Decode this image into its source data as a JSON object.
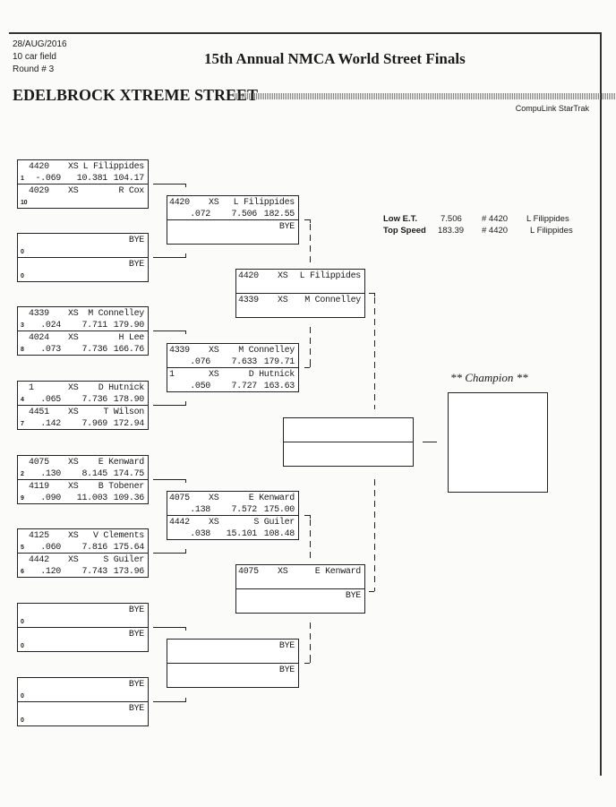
{
  "header": {
    "date": "28/AUG/2016",
    "field": "10 car field",
    "round": "Round # 3",
    "title": "15th Annual NMCA World Street Finals",
    "event": "EDELBROCK XTREME STREET",
    "vendor": "CompuLink StarTrak"
  },
  "stats": {
    "low_et": {
      "label": "Low  E.T.",
      "value": "7.506",
      "car": "# 4420",
      "driver": "L Filippides"
    },
    "top_speed": {
      "label": "Top Speed",
      "value": "183.39",
      "car": "# 4420",
      "driver": "L Filippides"
    }
  },
  "champion_label": "** Champion **",
  "boxes": [
    {
      "round": 1,
      "slots": [
        {
          "num": "4420",
          "cls": "XS",
          "name": "L Filippides",
          "seed": "1",
          "rt": "-.069",
          "et": "10.381",
          "mph": "104.17"
        },
        {
          "num": "4029",
          "cls": "XS",
          "name": "R Cox",
          "seed": "10",
          "rt": "",
          "et": "",
          "mph": ""
        }
      ]
    },
    {
      "round": 1,
      "slots": [
        {
          "num": "",
          "cls": "",
          "name": "BYE",
          "seed": "0",
          "rt": "",
          "et": "",
          "mph": ""
        },
        {
          "num": "",
          "cls": "",
          "name": "BYE",
          "seed": "0",
          "rt": "",
          "et": "",
          "mph": ""
        }
      ]
    },
    {
      "round": 1,
      "slots": [
        {
          "num": "4339",
          "cls": "XS",
          "name": "M Connelley",
          "seed": "3",
          "rt": ".024",
          "et": "7.711",
          "mph": "179.90"
        },
        {
          "num": "4024",
          "cls": "XS",
          "name": "H Lee",
          "seed": "8",
          "rt": ".073",
          "et": "7.736",
          "mph": "166.76"
        }
      ]
    },
    {
      "round": 1,
      "slots": [
        {
          "num": "1",
          "cls": "XS",
          "name": "D Hutnick",
          "seed": "4",
          "rt": ".065",
          "et": "7.736",
          "mph": "178.90"
        },
        {
          "num": "4451",
          "cls": "XS",
          "name": "T Wilson",
          "seed": "7",
          "rt": ".142",
          "et": "7.969",
          "mph": "172.94"
        }
      ]
    },
    {
      "round": 1,
      "slots": [
        {
          "num": "4075",
          "cls": "XS",
          "name": "E Kenward",
          "seed": "2",
          "rt": ".130",
          "et": "8.145",
          "mph": "174.75"
        },
        {
          "num": "4119",
          "cls": "XS",
          "name": "B Tobener",
          "seed": "9",
          "rt": ".090",
          "et": "11.003",
          "mph": "109.36"
        }
      ]
    },
    {
      "round": 1,
      "slots": [
        {
          "num": "4125",
          "cls": "XS",
          "name": "V Clements",
          "seed": "5",
          "rt": ".060",
          "et": "7.816",
          "mph": "175.64"
        },
        {
          "num": "4442",
          "cls": "XS",
          "name": "S Guiler",
          "seed": "6",
          "rt": ".120",
          "et": "7.743",
          "mph": "173.96"
        }
      ]
    },
    {
      "round": 1,
      "slots": [
        {
          "num": "",
          "cls": "",
          "name": "BYE",
          "seed": "0",
          "rt": "",
          "et": "",
          "mph": ""
        },
        {
          "num": "",
          "cls": "",
          "name": "BYE",
          "seed": "0",
          "rt": "",
          "et": "",
          "mph": ""
        }
      ]
    },
    {
      "round": 1,
      "slots": [
        {
          "num": "",
          "cls": "",
          "name": "BYE",
          "seed": "0",
          "rt": "",
          "et": "",
          "mph": ""
        },
        {
          "num": "",
          "cls": "",
          "name": "BYE",
          "seed": "0",
          "rt": "",
          "et": "",
          "mph": ""
        }
      ]
    },
    {
      "round": 2,
      "slots": [
        {
          "num": "4420",
          "cls": "XS",
          "name": "L Filippides",
          "rt": ".072",
          "et": "7.506",
          "mph": "182.55"
        },
        {
          "num": "",
          "cls": "",
          "name": "BYE",
          "rt": "",
          "et": "",
          "mph": ""
        }
      ]
    },
    {
      "round": 2,
      "slots": [
        {
          "num": "4339",
          "cls": "XS",
          "name": "M Connelley",
          "rt": ".076",
          "et": "7.633",
          "mph": "179.71"
        },
        {
          "num": "1",
          "cls": "XS",
          "name": "D Hutnick",
          "rt": ".050",
          "et": "7.727",
          "mph": "163.63"
        }
      ]
    },
    {
      "round": 2,
      "slots": [
        {
          "num": "4075",
          "cls": "XS",
          "name": "E Kenward",
          "rt": ".138",
          "et": "7.572",
          "mph": "175.00"
        },
        {
          "num": "4442",
          "cls": "XS",
          "name": "S Guiler",
          "rt": ".038",
          "et": "15.101",
          "mph": "108.48"
        }
      ]
    },
    {
      "round": 2,
      "slots": [
        {
          "num": "",
          "cls": "",
          "name": "BYE",
          "rt": "",
          "et": "",
          "mph": ""
        },
        {
          "num": "",
          "cls": "",
          "name": "BYE",
          "rt": "",
          "et": "",
          "mph": ""
        }
      ]
    },
    {
      "round": 3,
      "slots": [
        {
          "num": "4420",
          "cls": "XS",
          "name": "L Filippides"
        },
        {
          "num": "4339",
          "cls": "XS",
          "name": "M Connelley"
        }
      ]
    },
    {
      "round": 3,
      "slots": [
        {
          "num": "4075",
          "cls": "XS",
          "name": "E Kenward"
        },
        {
          "num": "",
          "cls": "",
          "name": "BYE"
        }
      ]
    },
    {
      "round": 4,
      "slots": [
        {
          "num": "",
          "cls": "",
          "name": ""
        },
        {
          "num": "",
          "cls": "",
          "name": ""
        }
      ]
    }
  ]
}
